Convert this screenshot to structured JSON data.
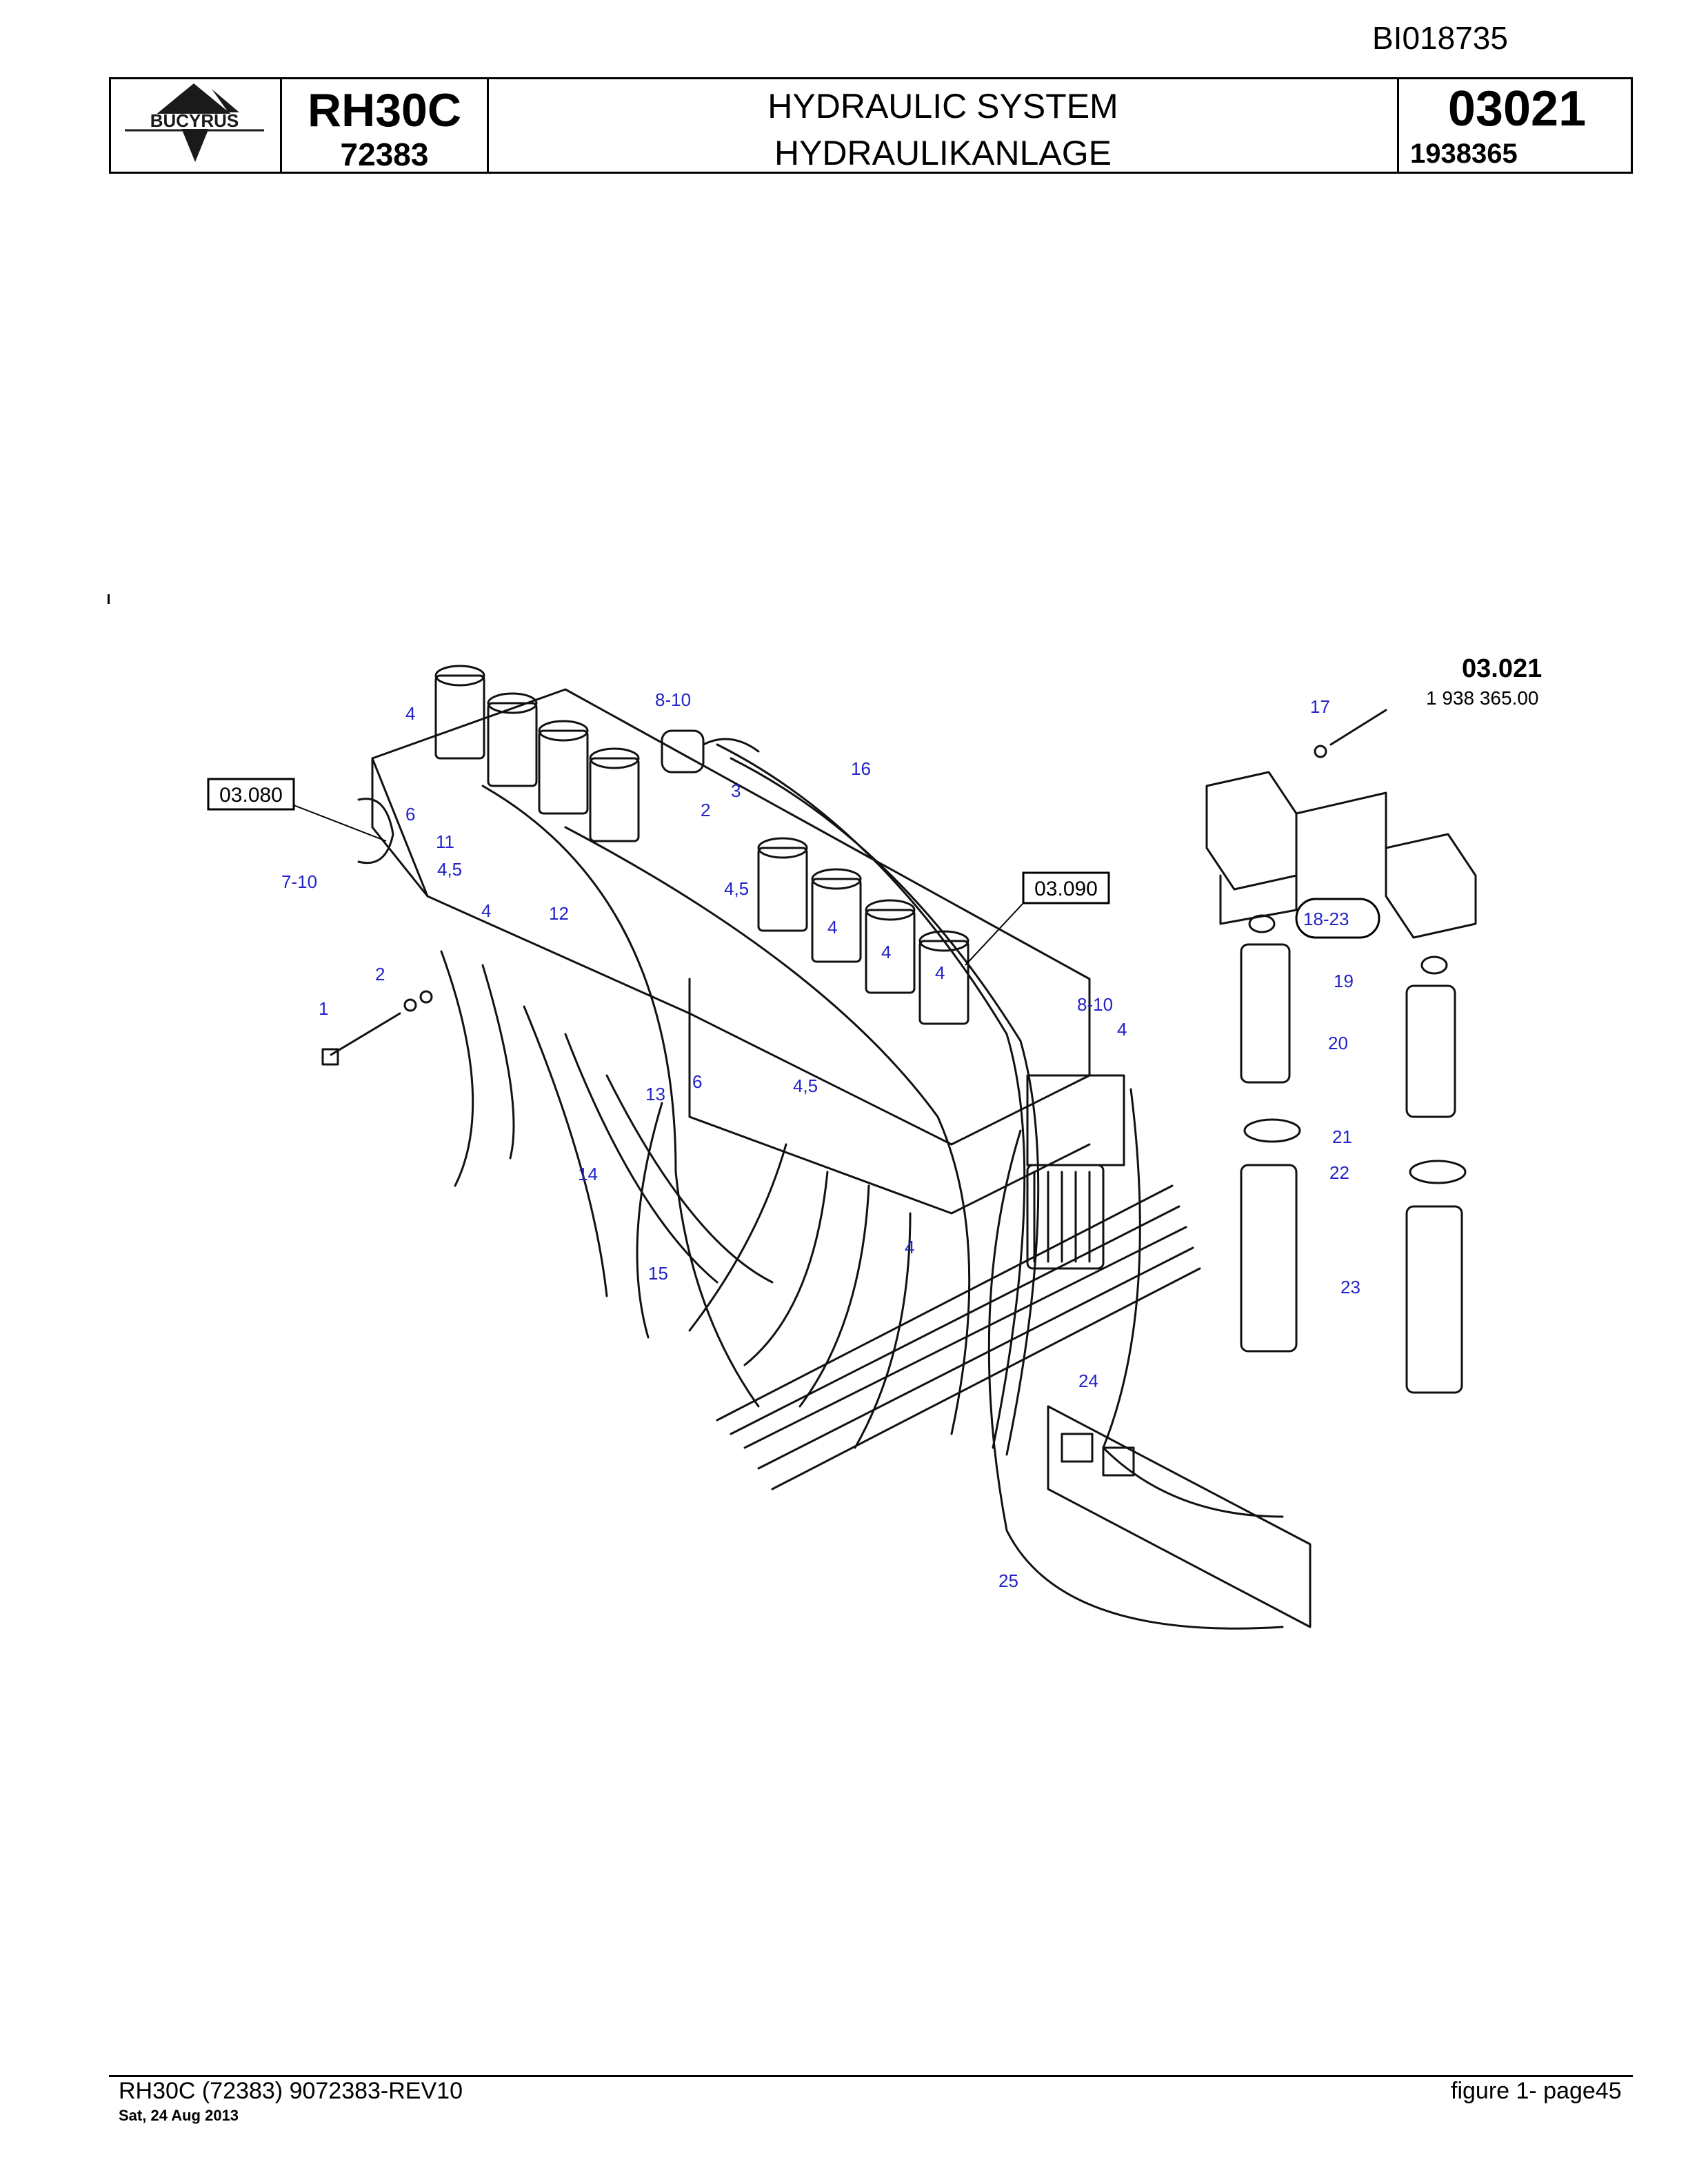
{
  "doc_id": "BI018735",
  "header": {
    "brand": "BUCYRUS",
    "model_name": "RH30C",
    "model_code": "72383",
    "title_en": "HYDRAULIC SYSTEM",
    "title_de": "HYDRAULIKANLAGE",
    "section_number": "03021",
    "part_number": "1938365"
  },
  "drawing": {
    "drawing_number": "03.021",
    "drawing_sub": "1 938 365.00",
    "ref_boxes": [
      "03.080",
      "03.090"
    ],
    "callouts": [
      "4",
      "8-10",
      "16",
      "3",
      "2",
      "6",
      "11",
      "4,5",
      "7-10",
      "12",
      "4,5",
      "4",
      "4",
      "4",
      "2",
      "1",
      "4",
      "17",
      "18-23",
      "19",
      "20",
      "21",
      "22",
      "23",
      "8-10",
      "4",
      "6",
      "4,5",
      "13",
      "14",
      "15",
      "4",
      "24",
      "25"
    ]
  },
  "footer": {
    "left": "RH30C (72383) 9072383-REV10",
    "date": "Sat, 24 Aug 2013",
    "right": "figure  1- page45"
  }
}
